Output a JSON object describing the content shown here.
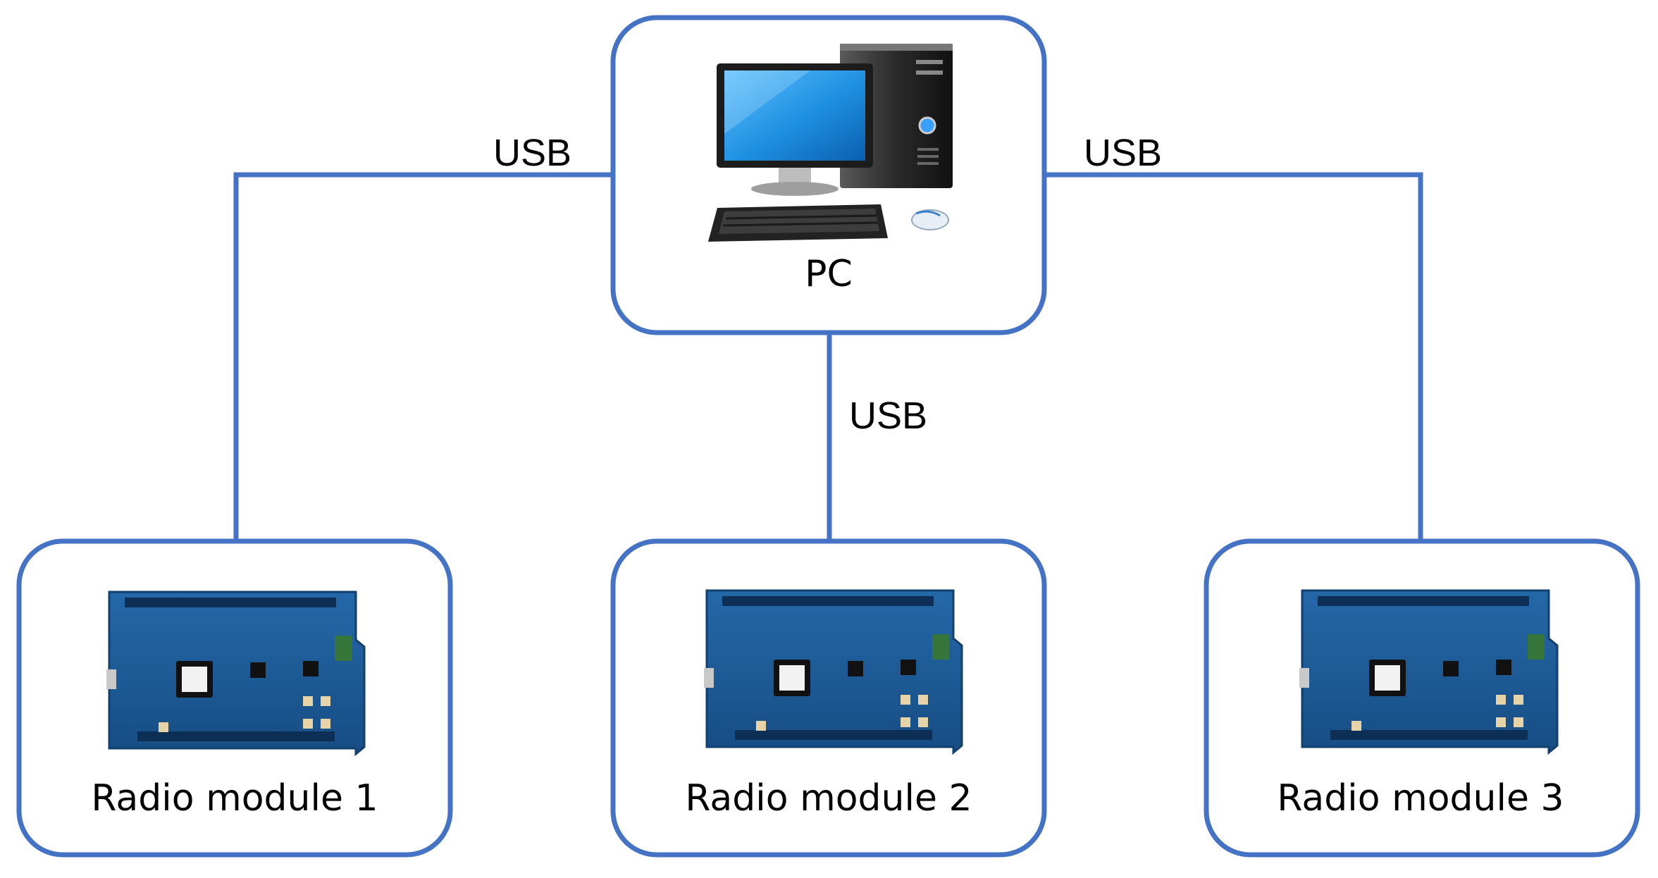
{
  "diagram": {
    "colors": {
      "line": "#4472C4",
      "node_border": "#4472C4",
      "node_fill": "#ffffff",
      "board_pcb": "#1f5c99",
      "board_edge": "#123f6e",
      "screen": "#1e8fe0",
      "tower": "#2b2b2b"
    },
    "pc": {
      "label": "PC",
      "icon": "desktop-computer-icon"
    },
    "modules": [
      {
        "label": "Radio module 1",
        "icon": "dev-board-icon"
      },
      {
        "label": "Radio module 2",
        "icon": "dev-board-icon"
      },
      {
        "label": "Radio module 3",
        "icon": "dev-board-icon"
      }
    ],
    "connections": [
      {
        "label": "USB",
        "from": "PC",
        "to": "Radio module 1"
      },
      {
        "label": "USB",
        "from": "PC",
        "to": "Radio module 2"
      },
      {
        "label": "USB",
        "from": "PC",
        "to": "Radio module 3"
      }
    ]
  }
}
